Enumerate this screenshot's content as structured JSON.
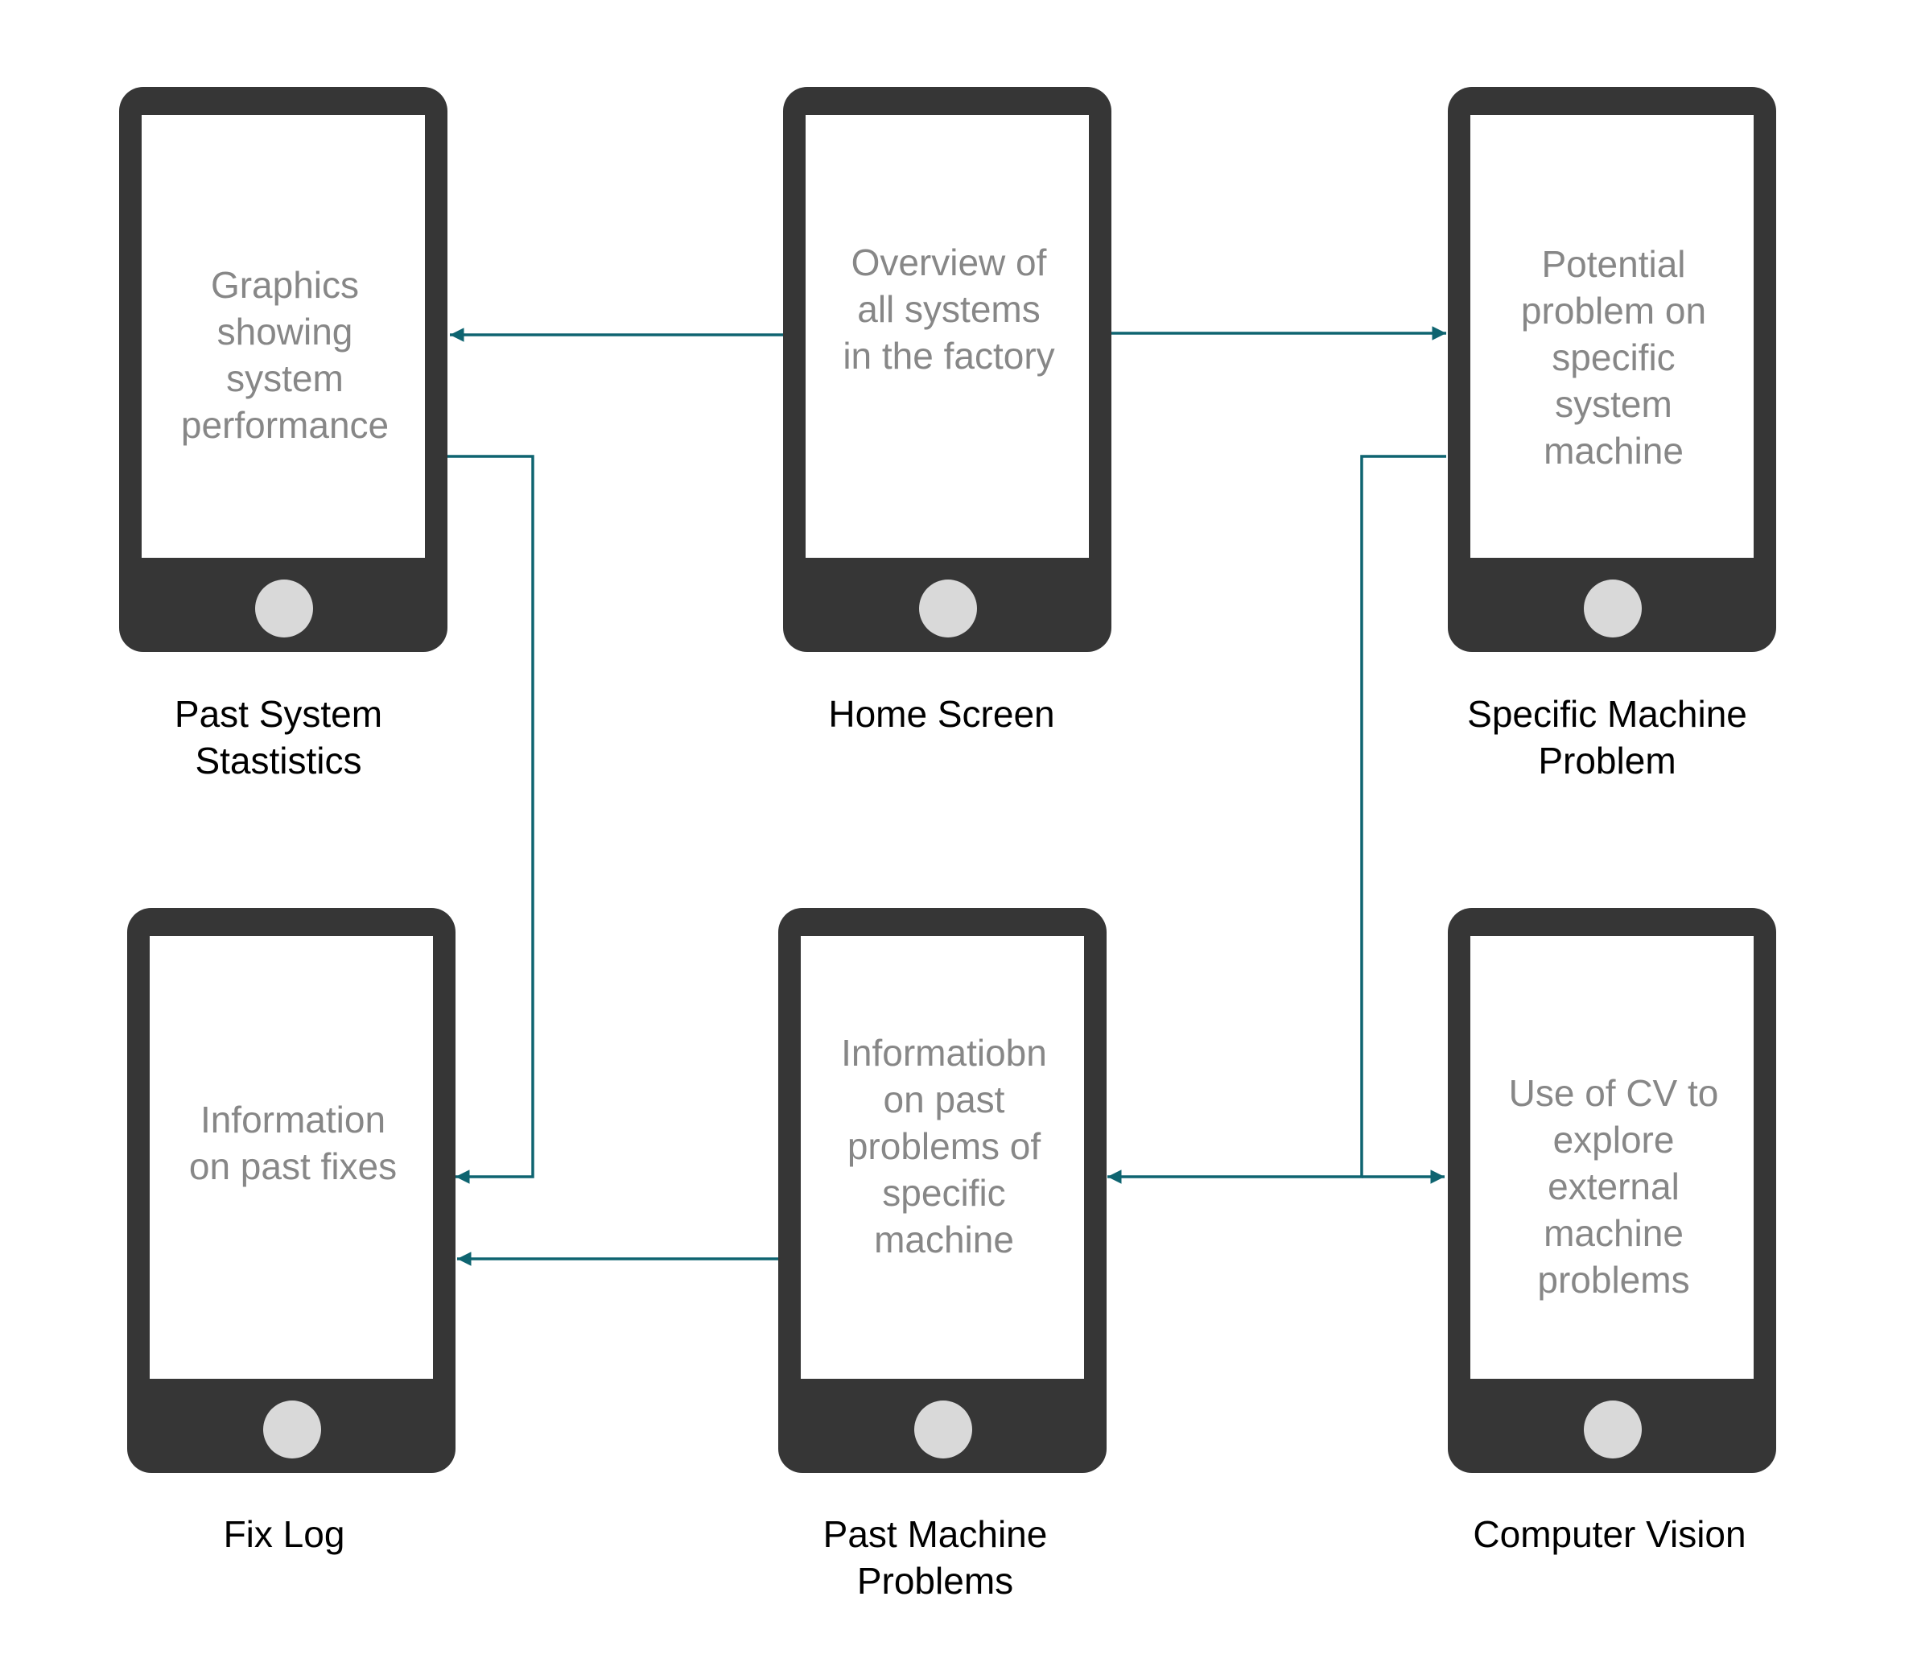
{
  "screens": [
    {
      "id": "home-screen",
      "caption": [
        "Home Screen"
      ],
      "description": [
        "Overview of",
        "all systems",
        "in the factory"
      ]
    },
    {
      "id": "past-system-statistics",
      "caption": [
        "Past System",
        "Stastistics"
      ],
      "description": [
        "Graphics",
        "showing",
        "system",
        "performance"
      ]
    },
    {
      "id": "specific-machine-problem",
      "caption": [
        "Specific Machine",
        "Problem"
      ],
      "description": [
        "Potential",
        "problem on",
        "specific",
        "system",
        "machine"
      ]
    },
    {
      "id": "fix-log",
      "caption": [
        "Fix Log"
      ],
      "description": [
        "Information",
        "on past fixes"
      ]
    },
    {
      "id": "past-machine-problems",
      "caption": [
        "Past Machine",
        "Problems"
      ],
      "description": [
        "Informatiobn",
        "on past",
        "problems of",
        "specific",
        "machine"
      ]
    },
    {
      "id": "computer-vision",
      "caption": [
        "Computer Vision"
      ],
      "description": [
        "Use of CV to",
        "explore",
        "external",
        "machine",
        "problems"
      ]
    }
  ],
  "connections": [
    {
      "from": "home-screen",
      "to": "past-system-statistics"
    },
    {
      "from": "home-screen",
      "to": "specific-machine-problem"
    },
    {
      "from": "past-system-statistics",
      "to": "fix-log"
    },
    {
      "from": "specific-machine-problem",
      "to": "past-machine-problems"
    },
    {
      "from": "specific-machine-problem",
      "to": "computer-vision"
    },
    {
      "from": "past-machine-problems",
      "to": "fix-log"
    }
  ],
  "colors": {
    "phone": "#363636",
    "connector": "#0e6470",
    "screen_text": "#878787",
    "caption_text": "#000000"
  }
}
